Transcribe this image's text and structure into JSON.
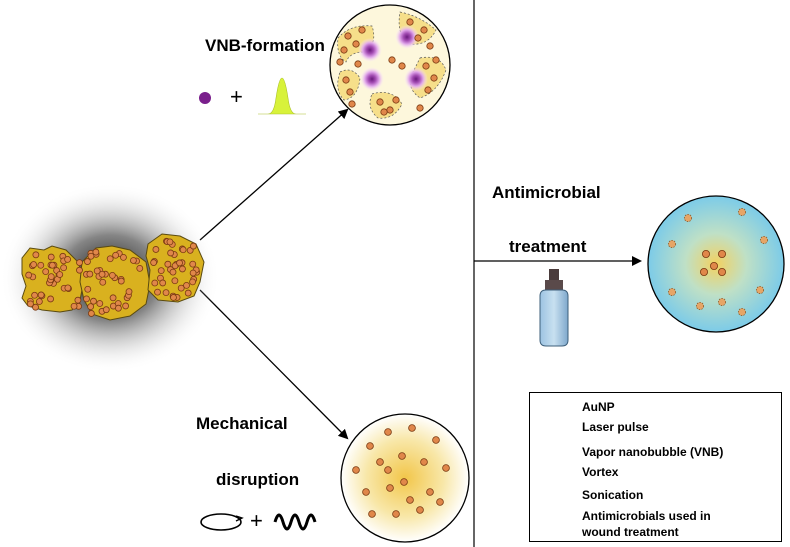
{
  "labels": {
    "vnb_formation": "VNB-formation",
    "plus": "+",
    "mechanical": "Mechanical",
    "disruption": "disruption",
    "antimicrobial": "Antimicrobial",
    "treatment": "treatment"
  },
  "legend": {
    "items": [
      {
        "label": "AuNP",
        "icon": "aunp-dot-icon"
      },
      {
        "label": "Laser pulse",
        "icon": "laser-pulse-icon"
      },
      {
        "label": "Vapor nanobubble (VNB)",
        "icon": "vnb-icon"
      },
      {
        "label": "Vortex",
        "icon": "vortex-icon"
      },
      {
        "label": "Sonication",
        "icon": "sonication-icon"
      },
      {
        "label": "Antimicrobials used in",
        "label2": "wound treatment",
        "icon": "antimicrobial-bottle-icon"
      }
    ]
  },
  "colors": {
    "biofilm": "#d9b11f",
    "bacteria": "#e0874a",
    "aunp": "#7a1f8c",
    "laser": "#d8f23a",
    "vnb_glow": "#e6a6ef",
    "circle_yellow": "#f4d36a",
    "circle_blue": "#8fd0e8",
    "bottle": "#7fb1d6"
  }
}
